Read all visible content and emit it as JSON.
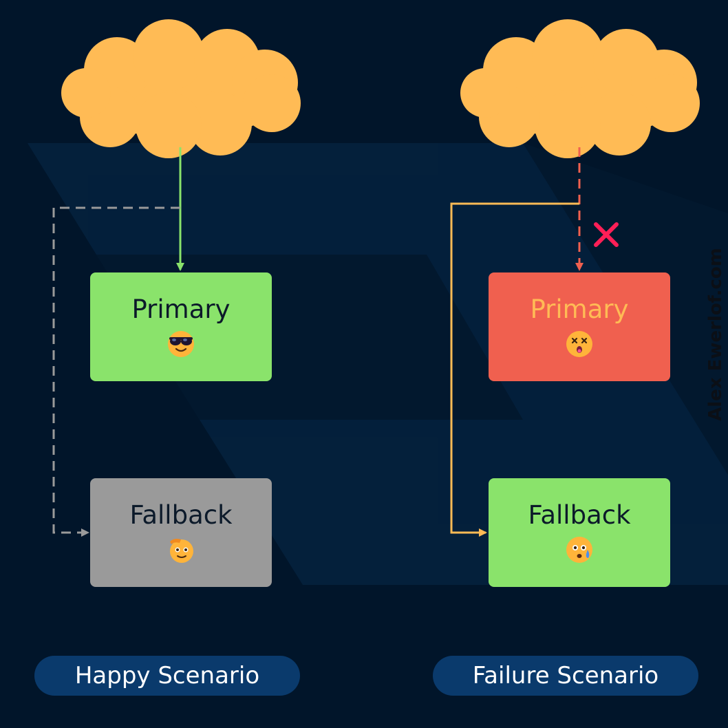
{
  "scenarios": {
    "happy": {
      "title": "Happy Scenario",
      "primary": {
        "label": "Primary",
        "emoji": "cool-face-sunglasses"
      },
      "fallback": {
        "label": "Fallback",
        "emoji": "saluting-face"
      }
    },
    "failure": {
      "title": "Failure Scenario",
      "primary": {
        "label": "Primary",
        "emoji": "dizzy-face"
      },
      "fallback": {
        "label": "Fallback",
        "emoji": "sweating-face"
      }
    }
  },
  "watermark": "Alex Ewerlof.com",
  "colors": {
    "background": "#01152a",
    "cloud": "#ffbb55",
    "healthy": "#8ae36b",
    "failed": "#f0604f",
    "idle": "#9a9a9a",
    "active_path": "#8ae36b",
    "failover_path": "#ffbb55",
    "broken_path": "#f0604f",
    "error_mark": "#ff1f57",
    "pill": "#0a3a6c"
  }
}
